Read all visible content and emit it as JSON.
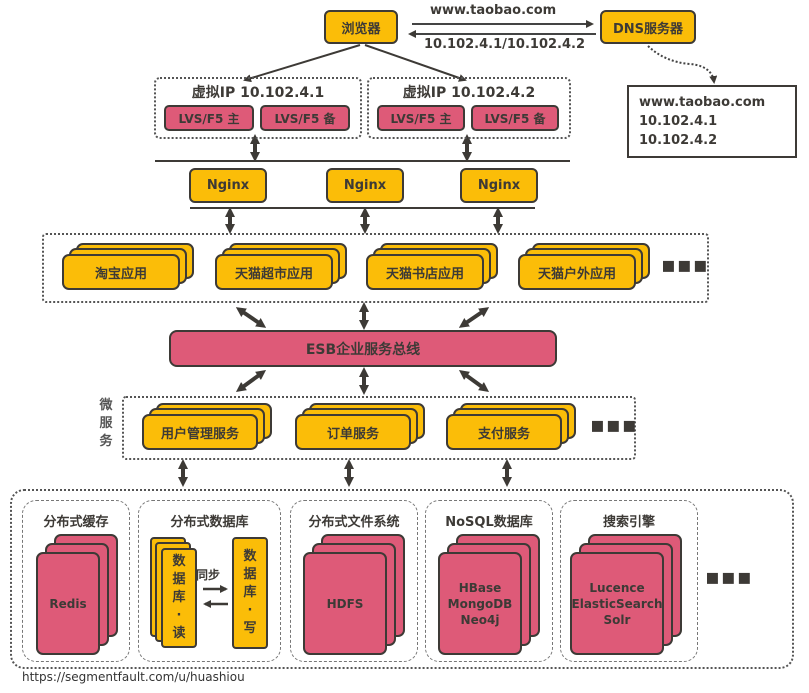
{
  "top": {
    "browser": "浏览器",
    "dns": "DNS服务器",
    "request_label": "www.taobao.com",
    "response_label": "10.102.4.1/10.102.4.2"
  },
  "dns_record": {
    "lines": [
      "www.taobao.com",
      "10.102.4.1",
      "10.102.4.2"
    ]
  },
  "vip_groups": [
    {
      "title": "虚拟IP 10.102.4.1",
      "master": "LVS/F5 主",
      "backup": "LVS/F5 备"
    },
    {
      "title": "虚拟IP 10.102.4.2",
      "master": "LVS/F5 主",
      "backup": "LVS/F5 备"
    }
  ],
  "nginx": [
    "Nginx",
    "Nginx",
    "Nginx"
  ],
  "apps": {
    "items": [
      "淘宝应用",
      "天猫超市应用",
      "天猫书店应用",
      "天猫户外应用"
    ],
    "more": "▪▪▪"
  },
  "esb": {
    "label": "ESB企业服务总线"
  },
  "microservices": {
    "side_label": [
      "微",
      "服",
      "务"
    ],
    "items": [
      "用户管理服务",
      "订单服务",
      "支付服务"
    ],
    "more": "▪▪▪"
  },
  "storage": {
    "cache": {
      "title": "分布式缓存",
      "content": [
        "Redis"
      ]
    },
    "database": {
      "title": "分布式数据库",
      "read": [
        "数",
        "据",
        "库",
        "·",
        "读"
      ],
      "write": [
        "数",
        "据",
        "库",
        "·",
        "写"
      ],
      "sync": "同步"
    },
    "filesystem": {
      "title": "分布式文件系统",
      "content": [
        "HDFS"
      ]
    },
    "nosql": {
      "title": "NoSQL数据库",
      "content": [
        "HBase",
        "MongoDB",
        "Neo4j"
      ]
    },
    "search": {
      "title": "搜索引擎",
      "content": [
        "Lucence",
        "ElasticSearch",
        "Solr"
      ]
    },
    "more": "▪▪▪"
  },
  "footer": {
    "watermark": "https://segmentfault.com/u/huashiou"
  },
  "colors": {
    "yellow": "#fbbd08",
    "pink": "#de5a78",
    "outline": "#3d3a36"
  }
}
